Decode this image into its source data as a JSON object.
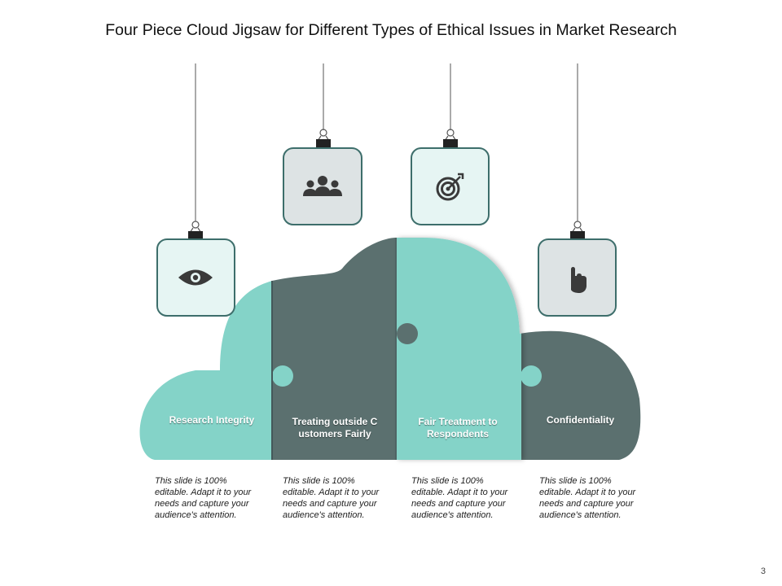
{
  "slide": {
    "title": "Four Piece Cloud Jigsaw for Different Types of Ethical Issues in Market Research",
    "page_number": "3"
  },
  "colors": {
    "teal": "#84d3c8",
    "dark": "#5b706f",
    "card_light": "#e6f5f3",
    "card_gray": "#dde3e4",
    "card_border": "#3d6e6b"
  },
  "pieces": [
    {
      "label": "Research Integrity",
      "icon": "eye-icon",
      "description": "This slide is 100% editable. Adapt it to your needs and capture your audience's attention."
    },
    {
      "label_line1": "Treating outside C",
      "label_line2": "ustomers Fairly",
      "icon": "team-icon",
      "description": "This slide is 100% editable. Adapt it to your needs and capture your audience's attention."
    },
    {
      "label_line1": "Fair Treatment to",
      "label_line2": "Respondents",
      "icon": "target-icon",
      "description": "This slide is 100% editable. Adapt it to your needs and capture your audience's attention."
    },
    {
      "label": "Confidentiality",
      "icon": "pointer-hand-icon",
      "description": "This slide is 100% editable. Adapt it to your needs and capture your audience's attention."
    }
  ]
}
